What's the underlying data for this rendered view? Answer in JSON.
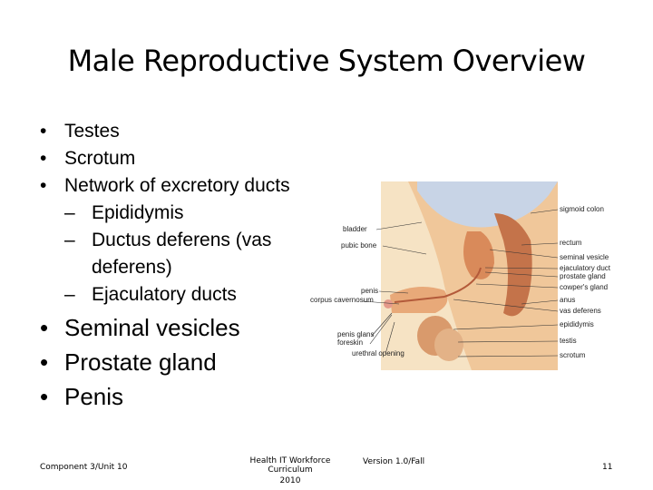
{
  "slide": {
    "title": "Male Reproductive System Overview",
    "bullets": [
      {
        "text": "Testes"
      },
      {
        "text": "Scrotum"
      },
      {
        "text": "Network of excretory ducts"
      }
    ],
    "sub_bullets": [
      {
        "text": "Epididymis"
      },
      {
        "text": "Ductus deferens (vas deferens)"
      },
      {
        "text": "Ejaculatory ducts"
      }
    ],
    "large_bullets": [
      {
        "text": "Seminal vesicles"
      },
      {
        "text": "Prostate gland"
      },
      {
        "text": "Penis"
      }
    ],
    "dash": "–"
  },
  "diagram": {
    "left_labels": [
      "bladder",
      "pubic bone",
      "penis",
      "corpus cavernosum",
      "penis glans",
      "foreskin",
      "urethral opening"
    ],
    "right_labels": [
      "sigmoid colon",
      "rectum",
      "seminal vesicle",
      "ejaculatory duct",
      "prostate gland",
      "cowper's gland",
      "anus",
      "vas deferens",
      "epididymis",
      "testis",
      "scrotum"
    ]
  },
  "footer": {
    "component": "Component 3/Unit 10",
    "curriculum": "Health IT Workforce Curriculum",
    "year": "2010",
    "version": "Version 1.0/Fall",
    "page": "11"
  },
  "colors": {
    "background": "#ffffff",
    "text": "#000000",
    "skin": "#f0c79a",
    "organ": "#d98a5a",
    "bladder": "#c8d4e6"
  }
}
